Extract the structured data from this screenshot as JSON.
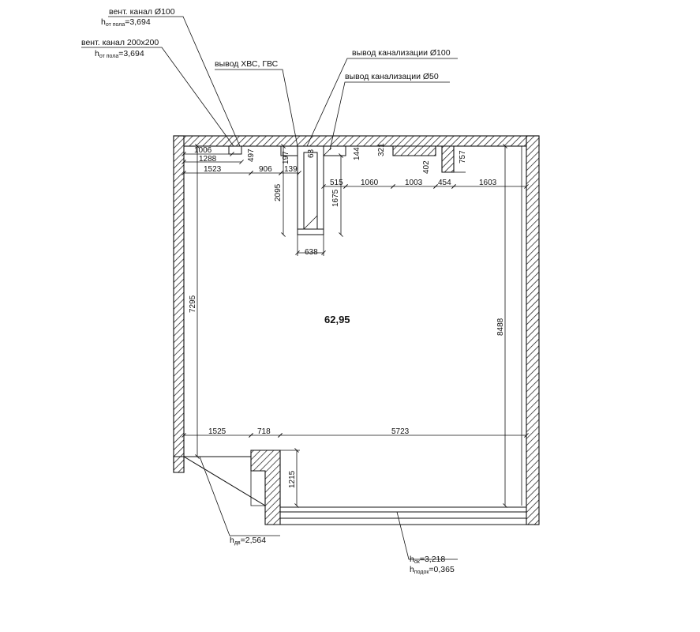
{
  "room": {
    "area": "62,95"
  },
  "annotations": {
    "vent100_label": "вент. канал Ø100",
    "vent100_h_prefix": "h",
    "vent100_h_sub": "от пола",
    "vent100_h_value": "=3,694",
    "vent200_label": "вент. канал 200x200",
    "vent200_h_prefix": "h",
    "vent200_h_sub": "от пола",
    "vent200_h_value": "=3,694",
    "water_label": "вывод ХВС, ГВС",
    "sewer100_label": "вывод канализации Ø100",
    "sewer50_label": "вывод канализации Ø50",
    "door_h_prefix": "h",
    "door_h_sub": "дв",
    "door_h_value": "=2,564",
    "window_h_prefix": "h",
    "window_h_sub": "ок",
    "window_h_value": "=3,218",
    "sill_h_prefix": "h",
    "sill_h_sub": "подок",
    "sill_h_value": "=0,365"
  },
  "dimensions": {
    "d1006": "1006",
    "d1288": "1288",
    "d1523": "1523",
    "d497": "497",
    "d906": "906",
    "d139": "139",
    "d197": "197",
    "d63": "63",
    "d2095": "2095",
    "d515": "515",
    "d1675": "1675",
    "d638": "638",
    "d144": "144",
    "d321": "321",
    "d1060": "1060",
    "d1003": "1003",
    "d402": "402",
    "d454": "454",
    "d757": "757",
    "d1603": "1603",
    "d7295": "7295",
    "d8488": "8488",
    "d1525": "1525",
    "d718": "718",
    "d5723": "5723",
    "d1215": "1215"
  }
}
